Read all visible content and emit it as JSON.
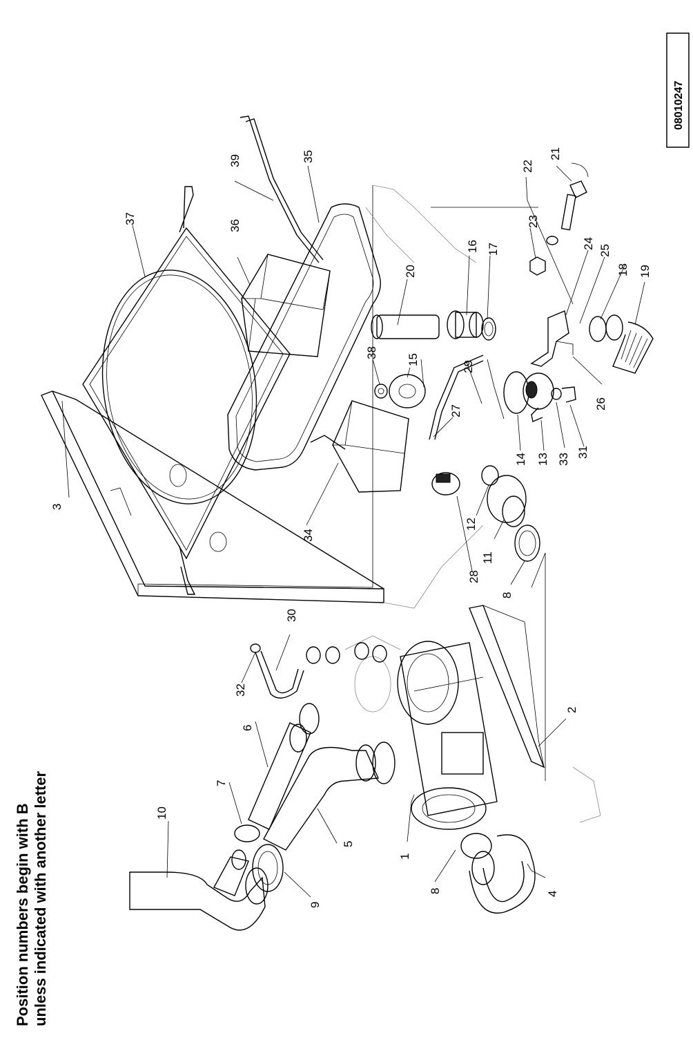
{
  "diagram": {
    "note_line1": "Position numbers begin with B",
    "note_line2": "unless indicated with another letter",
    "drawing_ref": "08010247",
    "callouts": [
      "1",
      "2",
      "3",
      "4",
      "5",
      "6",
      "7",
      "8",
      "9",
      "10",
      "11",
      "12",
      "13",
      "14",
      "15",
      "16",
      "17",
      "18",
      "19",
      "20",
      "21",
      "22",
      "23",
      "24",
      "25",
      "26",
      "27",
      "28",
      "29",
      "30",
      "31",
      "32",
      "33",
      "34",
      "35",
      "36",
      "37",
      "38",
      "39"
    ]
  }
}
